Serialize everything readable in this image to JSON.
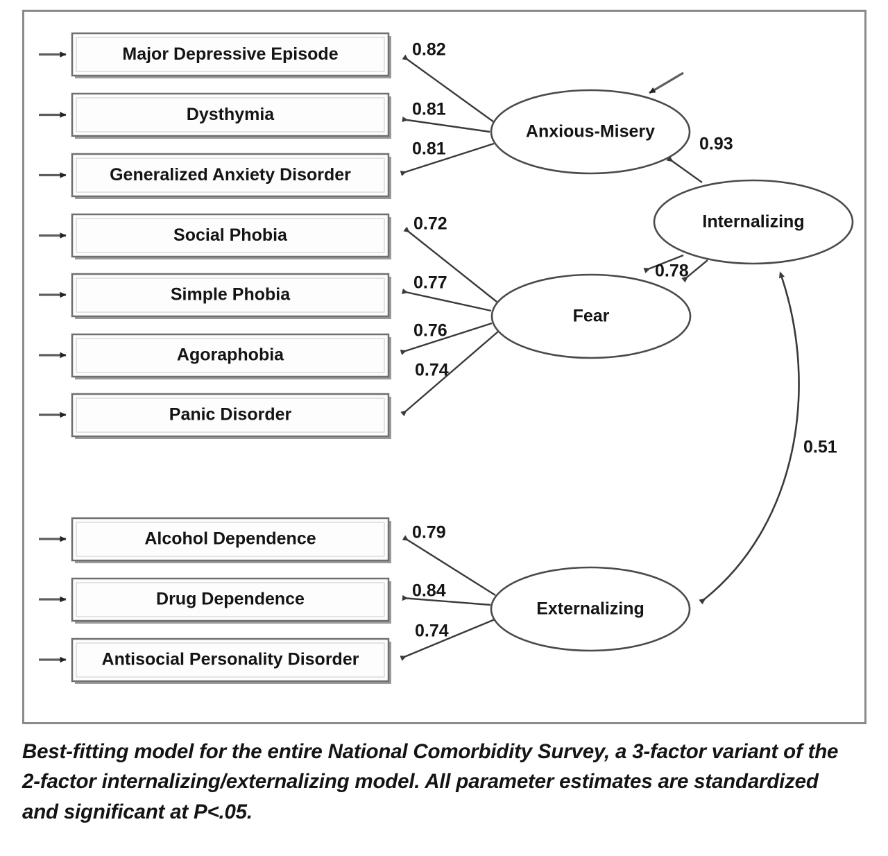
{
  "figure": {
    "caption": "Best-fitting model for the entire National Comorbidity Survey, a 3-factor variant of the 2-factor internalizing/externalizing model. All parameter estimates are standardized and significant at P<.05."
  },
  "chart_data": {
    "type": "diagram",
    "subtype": "structural-equation-model-path-diagram",
    "title": "",
    "indicators": [
      {
        "id": "mde",
        "label": "Major Depressive Episode",
        "loading": "0.82",
        "factor": "anxious_misery"
      },
      {
        "id": "dys",
        "label": "Dysthymia",
        "loading": "0.81",
        "factor": "anxious_misery"
      },
      {
        "id": "gad",
        "label": "Generalized Anxiety Disorder",
        "loading": "0.81",
        "factor": "anxious_misery"
      },
      {
        "id": "socp",
        "label": "Social Phobia",
        "loading": "0.72",
        "factor": "fear"
      },
      {
        "id": "simp",
        "label": "Simple Phobia",
        "loading": "0.77",
        "factor": "fear"
      },
      {
        "id": "agor",
        "label": "Agoraphobia",
        "loading": "0.76",
        "factor": "fear"
      },
      {
        "id": "pan",
        "label": "Panic Disorder",
        "loading": "0.74",
        "factor": "fear"
      },
      {
        "id": "alc",
        "label": "Alcohol Dependence",
        "loading": "0.79",
        "factor": "externalizing"
      },
      {
        "id": "drug",
        "label": "Drug Dependence",
        "loading": "0.84",
        "factor": "externalizing"
      },
      {
        "id": "aspd",
        "label": "Antisocial Personality Disorder",
        "loading": "0.74",
        "factor": "externalizing"
      }
    ],
    "factors": [
      {
        "id": "anxious_misery",
        "label": "Anxious-Misery"
      },
      {
        "id": "fear",
        "label": "Fear"
      },
      {
        "id": "internalizing",
        "label": "Internalizing"
      },
      {
        "id": "externalizing",
        "label": "Externalizing"
      }
    ],
    "structural_paths": [
      {
        "from": "internalizing",
        "to": "anxious_misery",
        "value": "0.93",
        "kind": "directed"
      },
      {
        "from": "internalizing",
        "to": "fear",
        "value": "0.78",
        "kind": "directed"
      },
      {
        "from": "internalizing",
        "to": "externalizing",
        "value": "0.51",
        "kind": "correlation"
      }
    ],
    "notes": "All parameter estimates are standardized and significant at P<.05."
  },
  "labels": {
    "mde": "Major Depressive Episode",
    "dys": "Dysthymia",
    "gad": "Generalized Anxiety Disorder",
    "socp": "Social Phobia",
    "simp": "Simple Phobia",
    "agor": "Agoraphobia",
    "pan": "Panic Disorder",
    "alc": "Alcohol Dependence",
    "drug": "Drug Dependence",
    "aspd": "Antisocial Personality Disorder",
    "anxious_misery": "Anxious-Misery",
    "fear": "Fear",
    "internalizing": "Internalizing",
    "externalizing": "Externalizing"
  },
  "coefficients": {
    "mde": "0.82",
    "dys": "0.81",
    "gad": "0.81",
    "socp": "0.72",
    "simp": "0.77",
    "agor": "0.76",
    "pan": "0.74",
    "alc": "0.79",
    "drug": "0.84",
    "aspd": "0.74",
    "int_am": "0.93",
    "int_fear": "0.78",
    "int_ext": "0.51"
  },
  "colors": {
    "frame_border": "#8a8a8a",
    "box_border": "#6f6f6f",
    "ellipse_border": "#4a4a4a",
    "path_stroke": "#3a3a3a",
    "text": "#141414",
    "background": "#ffffff"
  }
}
